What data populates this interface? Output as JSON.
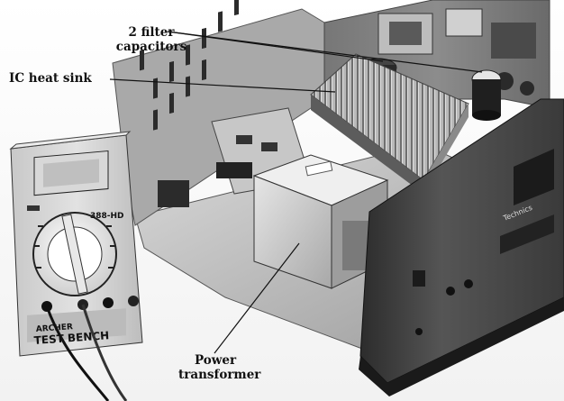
{
  "callouts": {
    "filter_capacitors": {
      "line1": "2 filter",
      "line2": "capacitors"
    },
    "ic_heat_sink": {
      "text": "IC heat sink"
    },
    "power_transformer": {
      "line1": "Power",
      "line2": "transformer"
    }
  },
  "device": {
    "meter_model": "388-HD",
    "meter_brand": "ARCHER",
    "meter_name": "TEST BENCH",
    "amp_brand": "Technics"
  },
  "colors": {
    "background": "#ffffff",
    "ink": "#111111"
  }
}
